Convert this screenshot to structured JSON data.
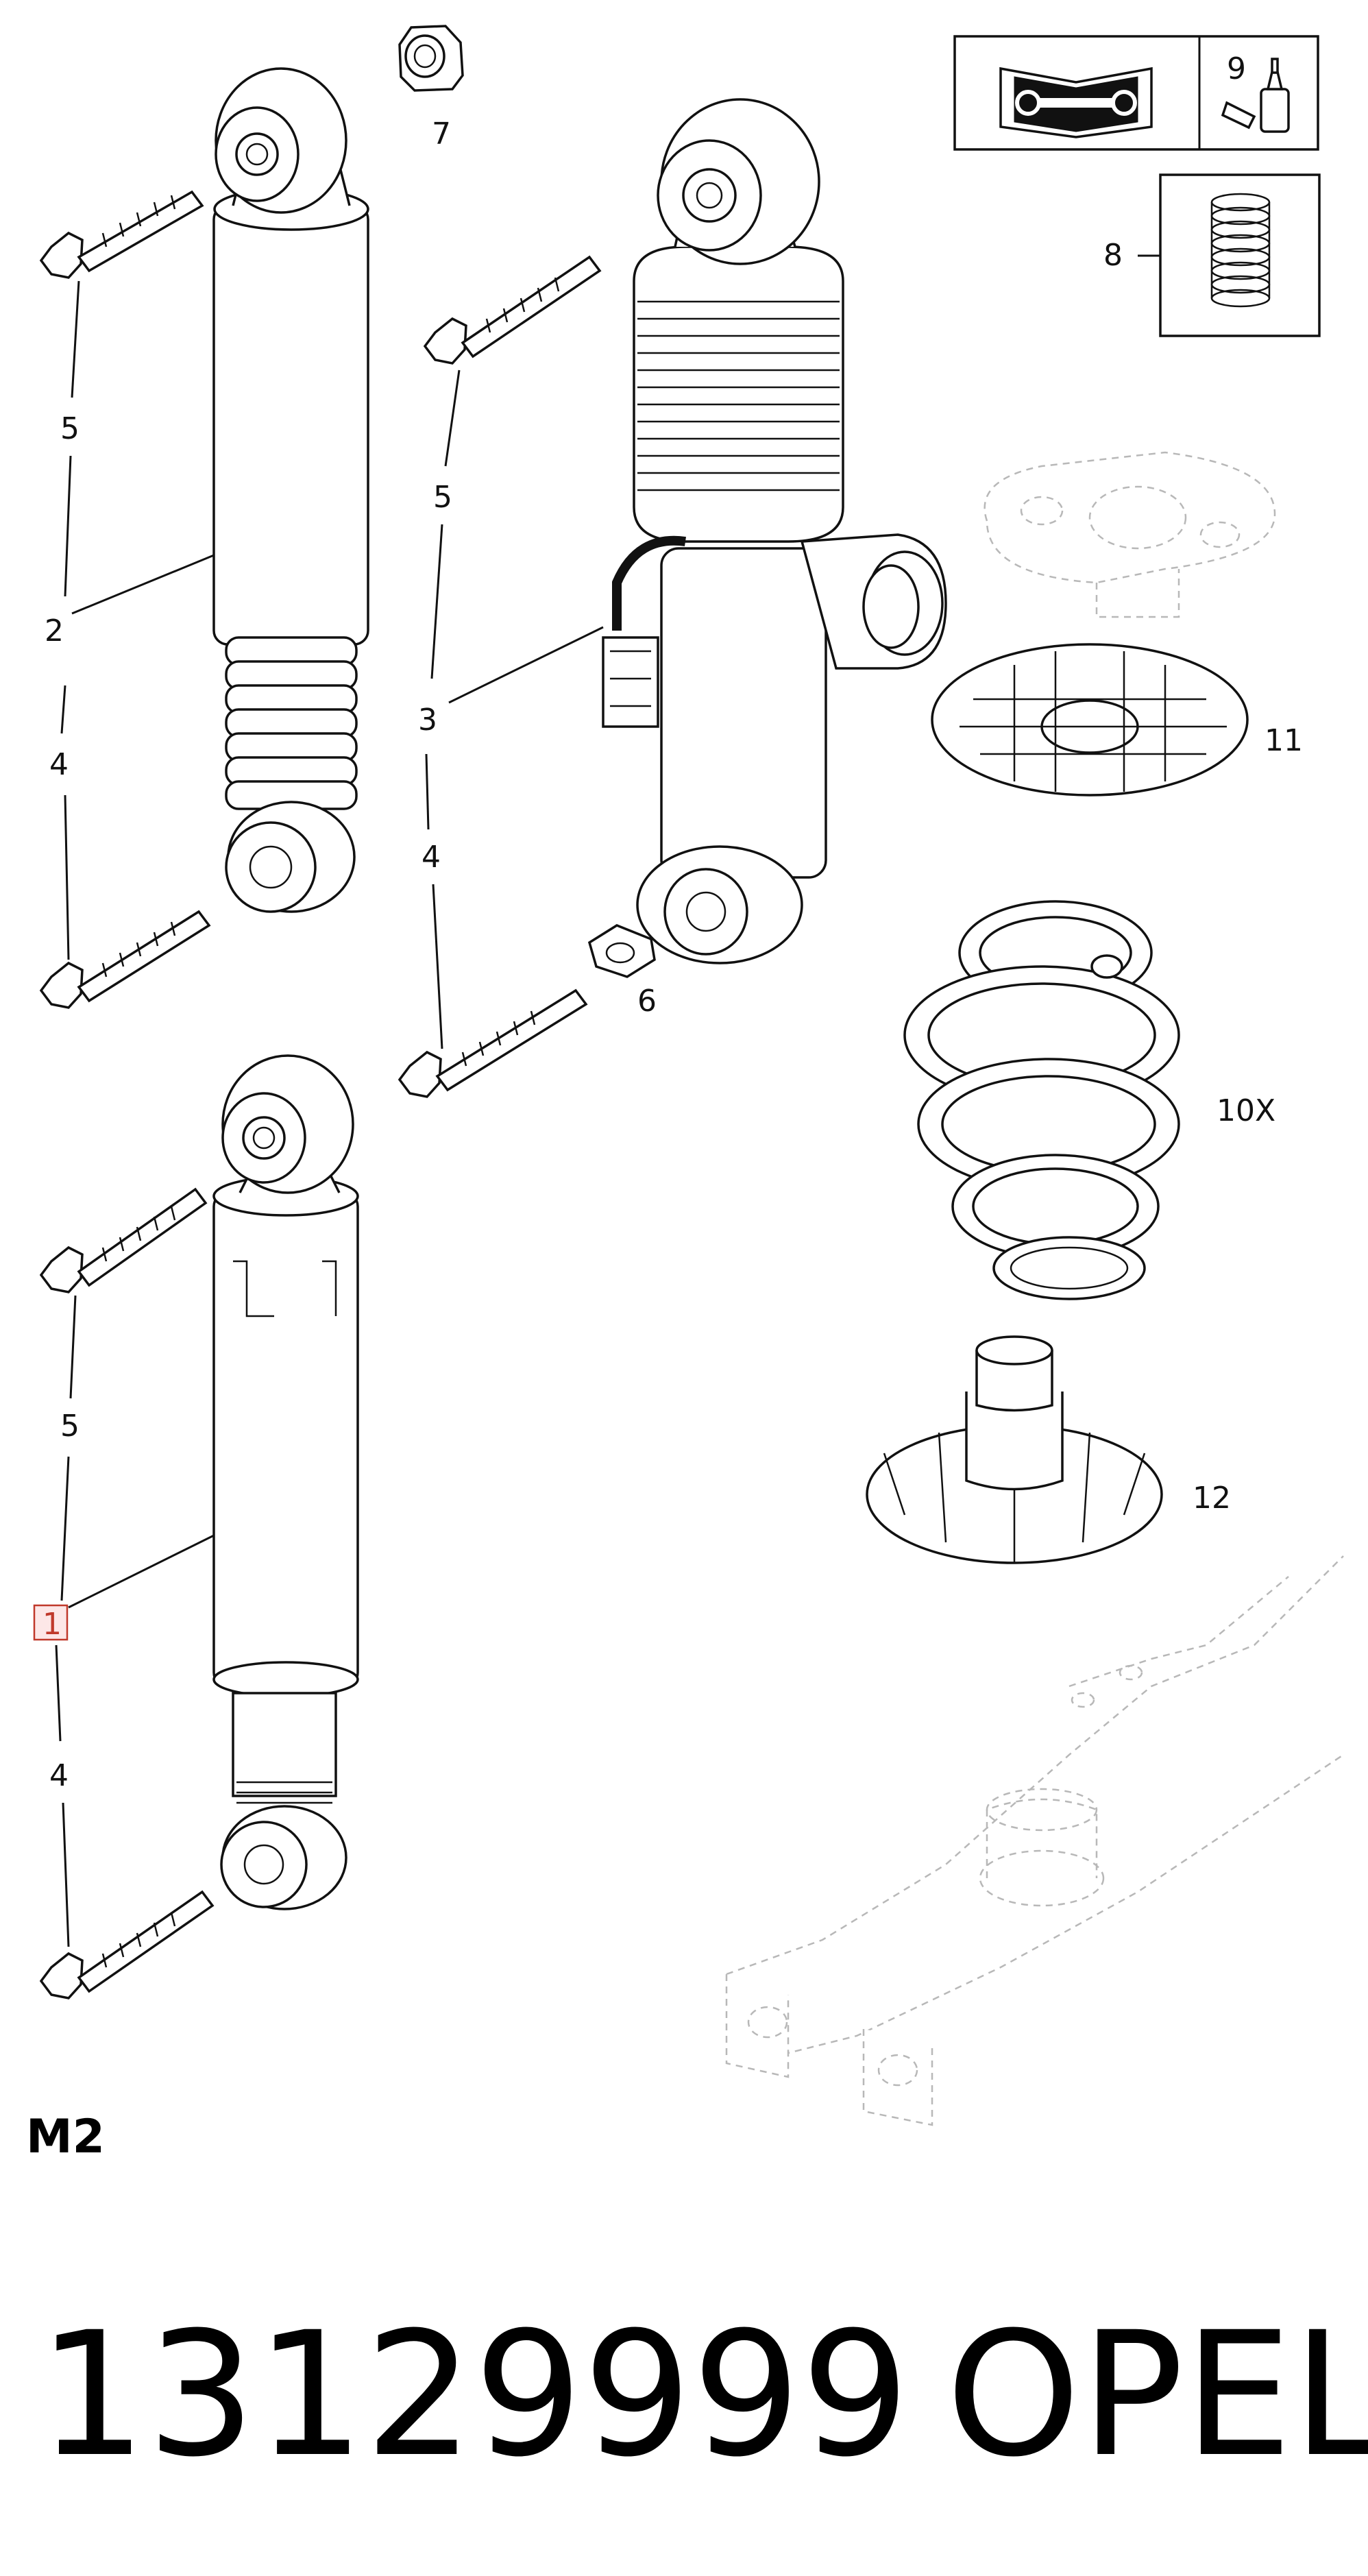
{
  "callouts": {
    "c1": "1",
    "c2": "2",
    "c3": "3",
    "c4a": "4",
    "c4b": "4",
    "c4c": "4",
    "c5a": "5",
    "c5b": "5",
    "c5c": "5",
    "c6": "6",
    "c7": "7",
    "c8": "8",
    "c9": "9",
    "c10": "10X",
    "c11": "11",
    "c12": "12"
  },
  "section_label": "M2",
  "part_number": "13129999",
  "brand": "OPEL",
  "highlight_color": "#c0392b"
}
